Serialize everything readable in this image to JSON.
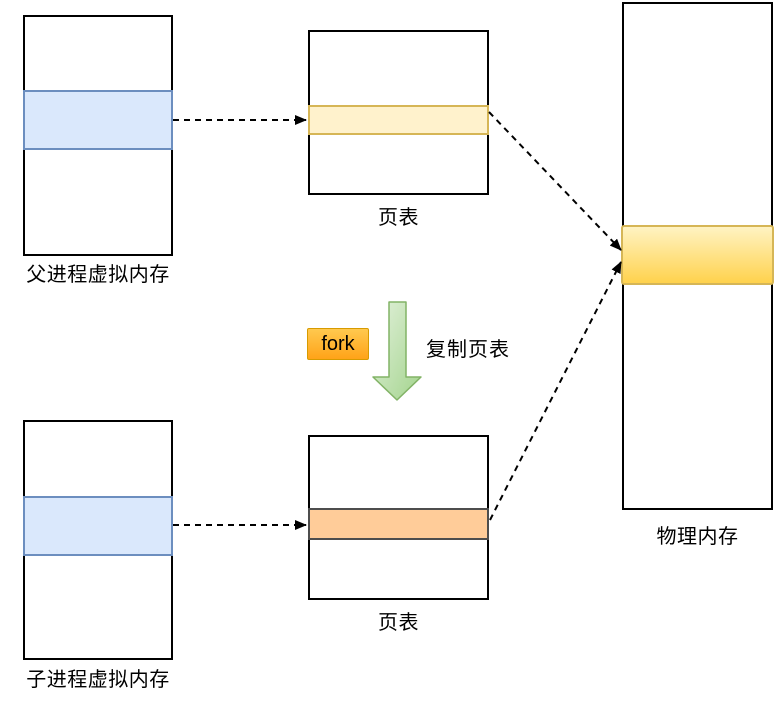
{
  "diagram": {
    "parent_vm": {
      "label": "父进程虚拟内存"
    },
    "parent_page_table": {
      "label": "页表"
    },
    "child_vm": {
      "label": "子进程虚拟内存"
    },
    "child_page_table": {
      "label": "页表"
    },
    "physical_memory": {
      "label": "物理内存"
    },
    "fork": {
      "label": "fork"
    },
    "copy_note": {
      "label": "复制页表"
    },
    "colors": {
      "vm_page_fill": "#dae8fc",
      "vm_page_border": "#6c8ebf",
      "parent_pte_fill": "#fff2cc",
      "parent_pte_border": "#d6b656",
      "child_pte_fill": "#ffcc99",
      "child_pte_border": "#4d4d4d",
      "physical_frame_fill_top": "#fff3c2",
      "physical_frame_fill_bottom": "#ffd24d",
      "physical_frame_border": "#d6b656",
      "fork_badge_fill_top": "#ffc94f",
      "fork_badge_fill_bottom": "#ffa318",
      "fork_badge_border": "#d79b00",
      "green_arrow_fill": "#c9e5bd",
      "green_arrow_border": "#82b366",
      "connector_color": "#000000"
    }
  }
}
